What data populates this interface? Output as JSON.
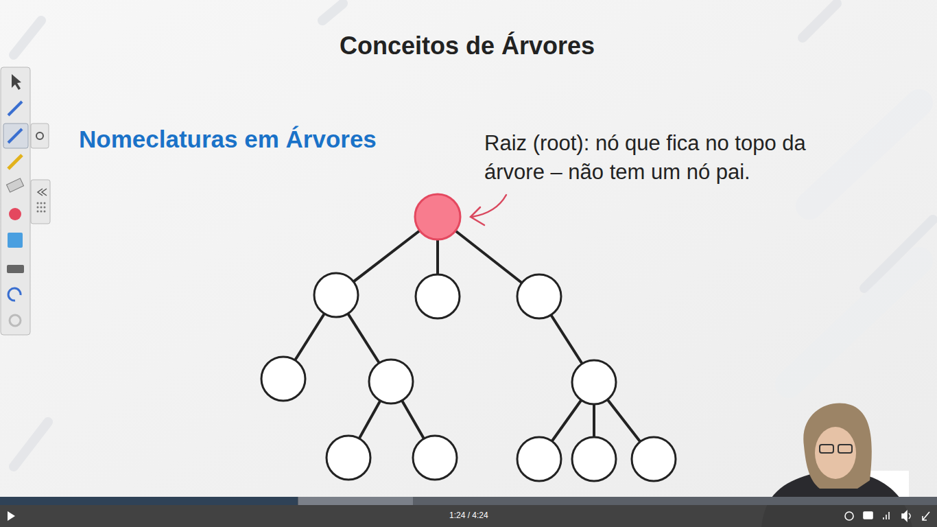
{
  "diagram": {
    "title": "Conceitos de Árvores",
    "labels": [
      "Nomeclaturas em Árvores",
      "Raiz (root): nó que fica no topo da árvore – não tem um nó pai.",
      "1:24 / 4:24"
    ]
  }
}
